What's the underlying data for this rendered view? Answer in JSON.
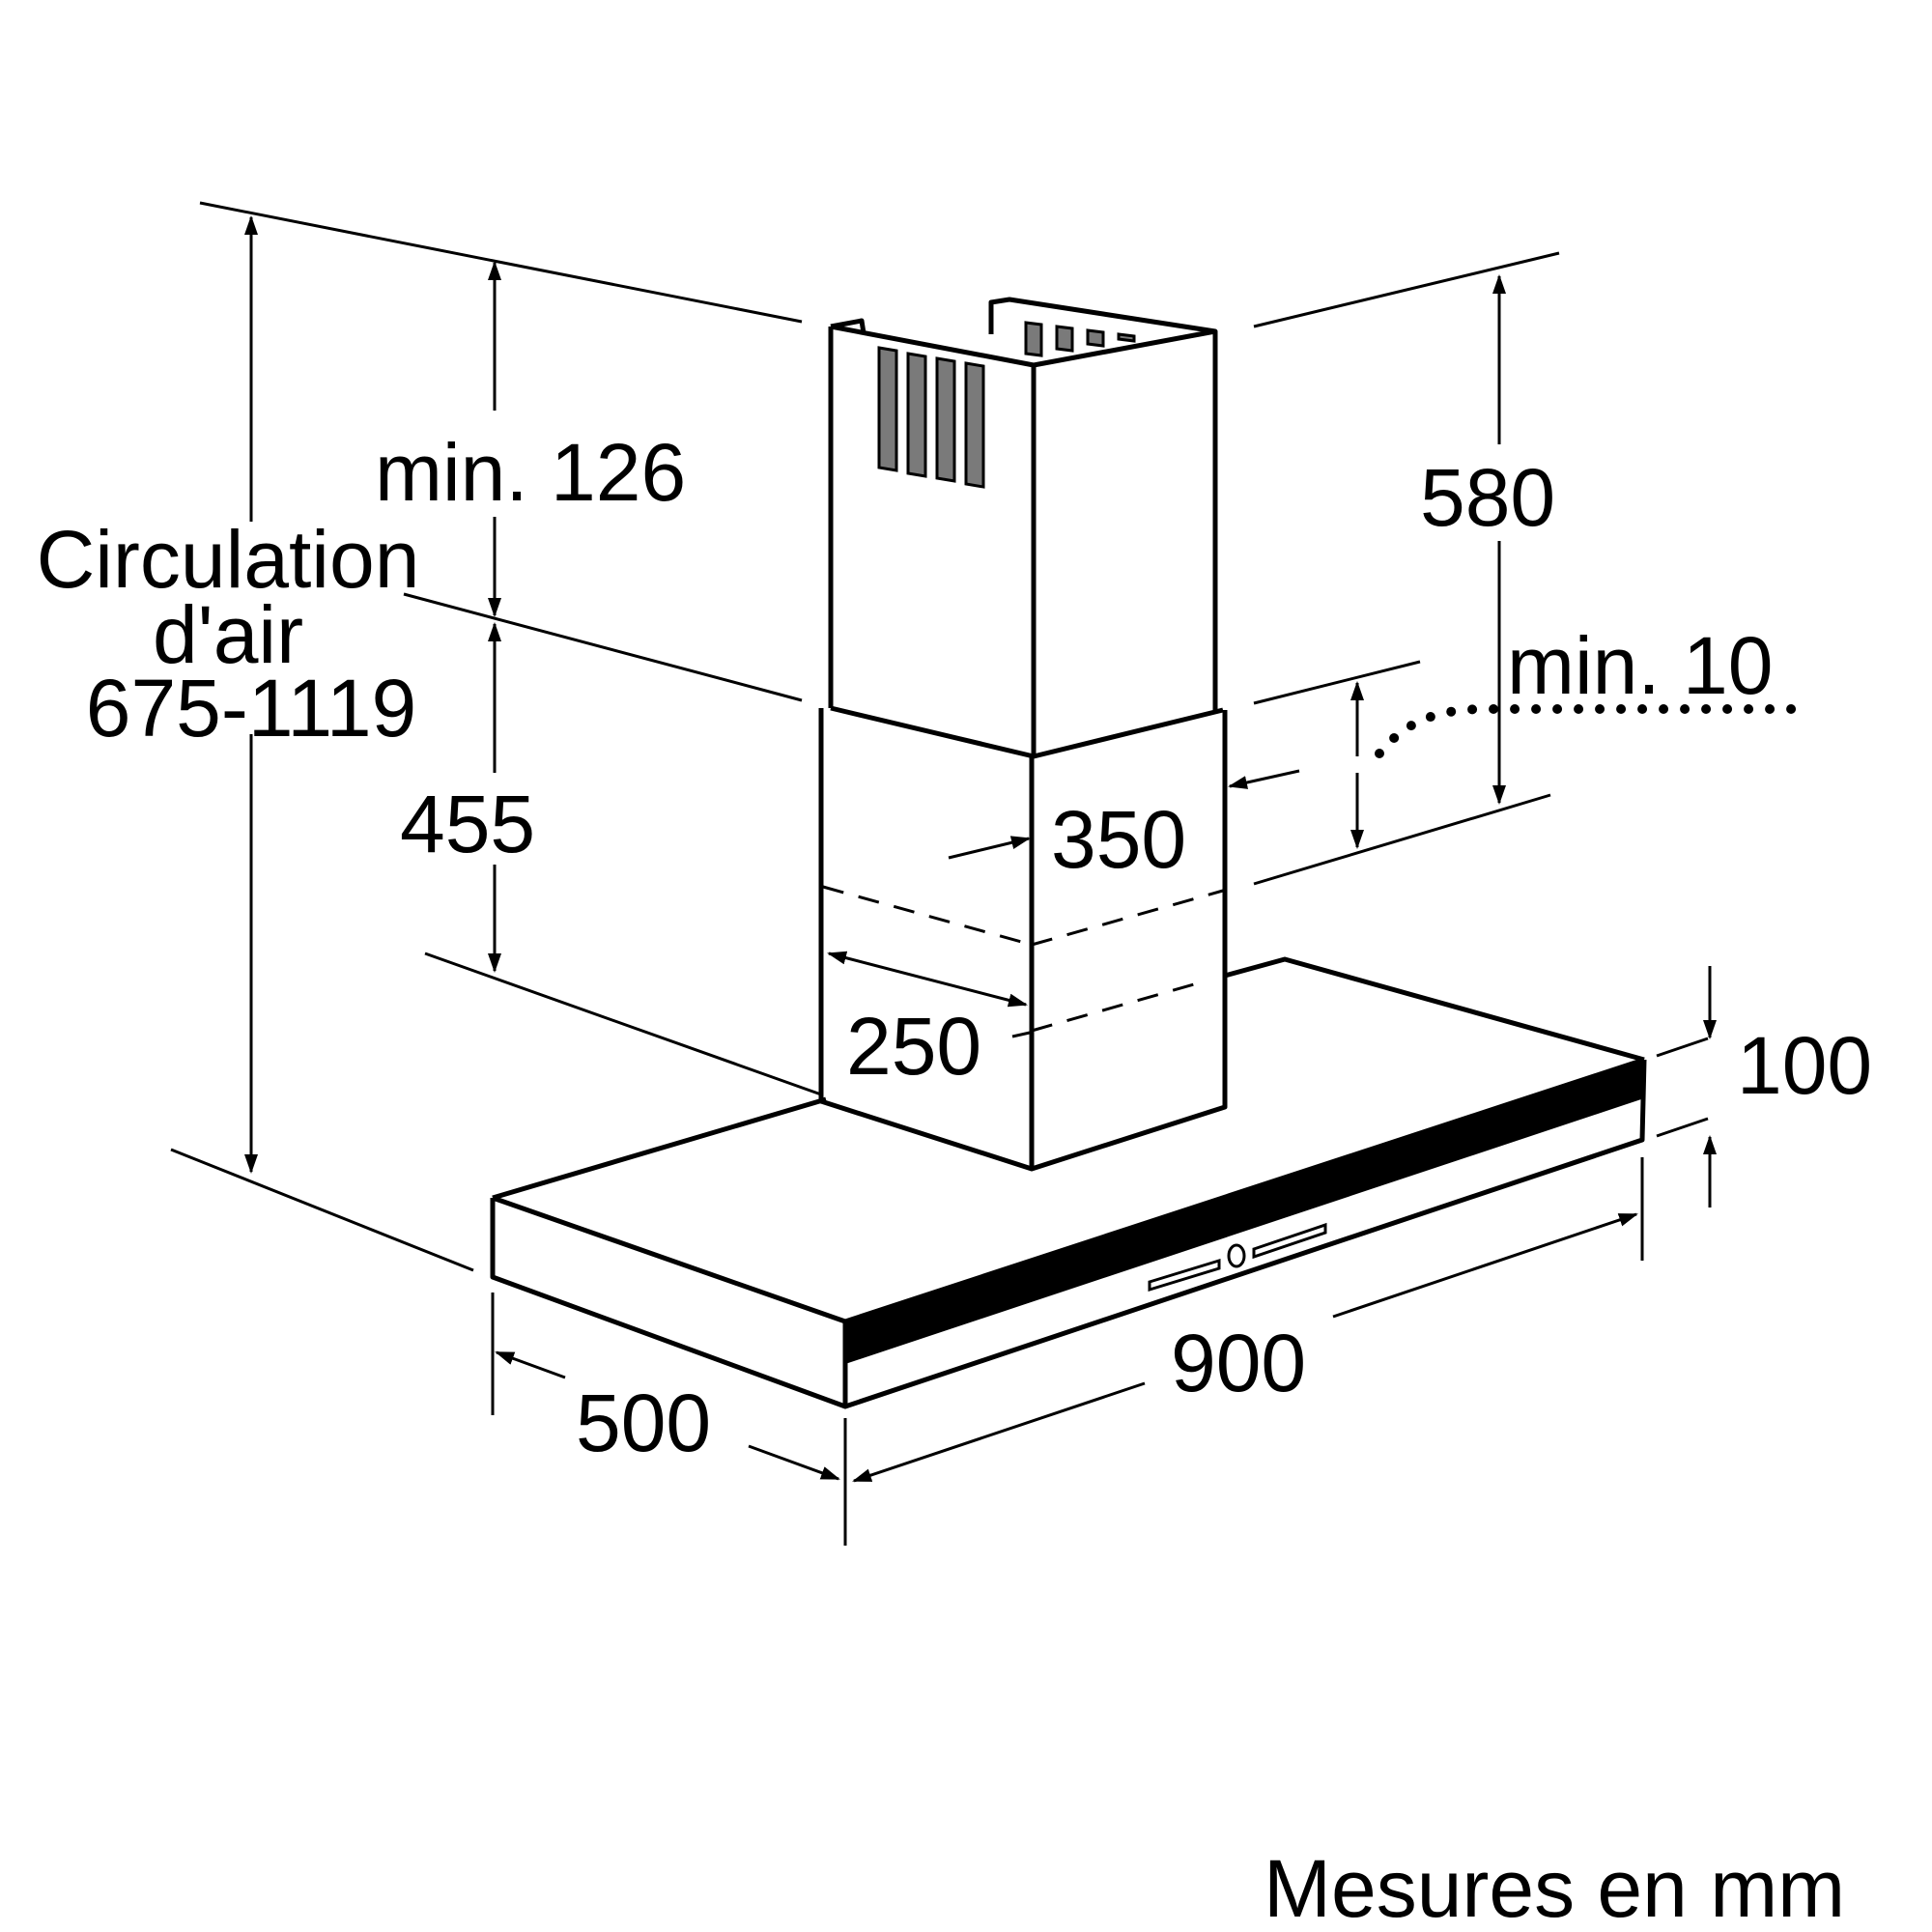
{
  "dimensions": {
    "total_height_label": [
      "Circulation",
      "d'air",
      "675-1119"
    ],
    "top_clearance": "min. 126",
    "lower_chimney": "455",
    "upper_chimney": "580",
    "wall_gap": "min. 10",
    "chimney_width": "350",
    "chimney_depth": "250",
    "canopy_height": "100",
    "canopy_width": "900",
    "canopy_depth": "500"
  },
  "footer": {
    "units_note": "Mesures en mm"
  }
}
